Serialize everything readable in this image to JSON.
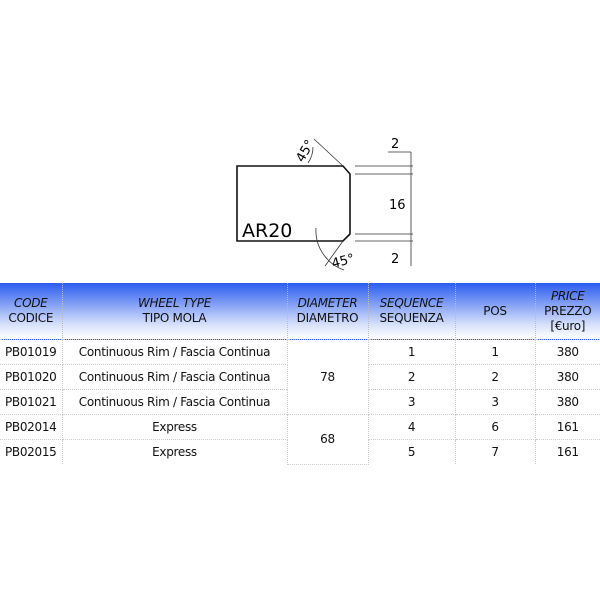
{
  "drawing": {
    "label": "AR20",
    "angle_top": "45°",
    "angle_bottom": "45°",
    "dim_top": "2",
    "dim_middle": "16",
    "dim_bottom": "2"
  },
  "table": {
    "headers": [
      {
        "en": "CODE",
        "it": "CODICE"
      },
      {
        "en": "WHEEL TYPE",
        "it": "TIPO MOLA"
      },
      {
        "en": "DIAMETER",
        "it": "DIAMETRO"
      },
      {
        "en": "SEQUENCE",
        "it": "SEQUENZA"
      },
      {
        "en": "",
        "it": "POS"
      },
      {
        "en": "PRICE",
        "it": "PREZZO",
        "unit": "[€uro]"
      }
    ],
    "rows": [
      {
        "code": "PB01019",
        "type": "Continuous Rim / Fascia Continua",
        "seq": "1",
        "pos": "1",
        "price": "380"
      },
      {
        "code": "PB01020",
        "type": "Continuous Rim / Fascia Continua",
        "seq": "2",
        "pos": "2",
        "price": "380"
      },
      {
        "code": "PB01021",
        "type": "Continuous Rim / Fascia Continua",
        "seq": "3",
        "pos": "3",
        "price": "380"
      },
      {
        "code": "PB02014",
        "type": "Express",
        "seq": "4",
        "pos": "6",
        "price": "161"
      },
      {
        "code": "PB02015",
        "type": "Express",
        "seq": "5",
        "pos": "7",
        "price": "161"
      }
    ],
    "diameters": [
      "78",
      "68"
    ]
  }
}
